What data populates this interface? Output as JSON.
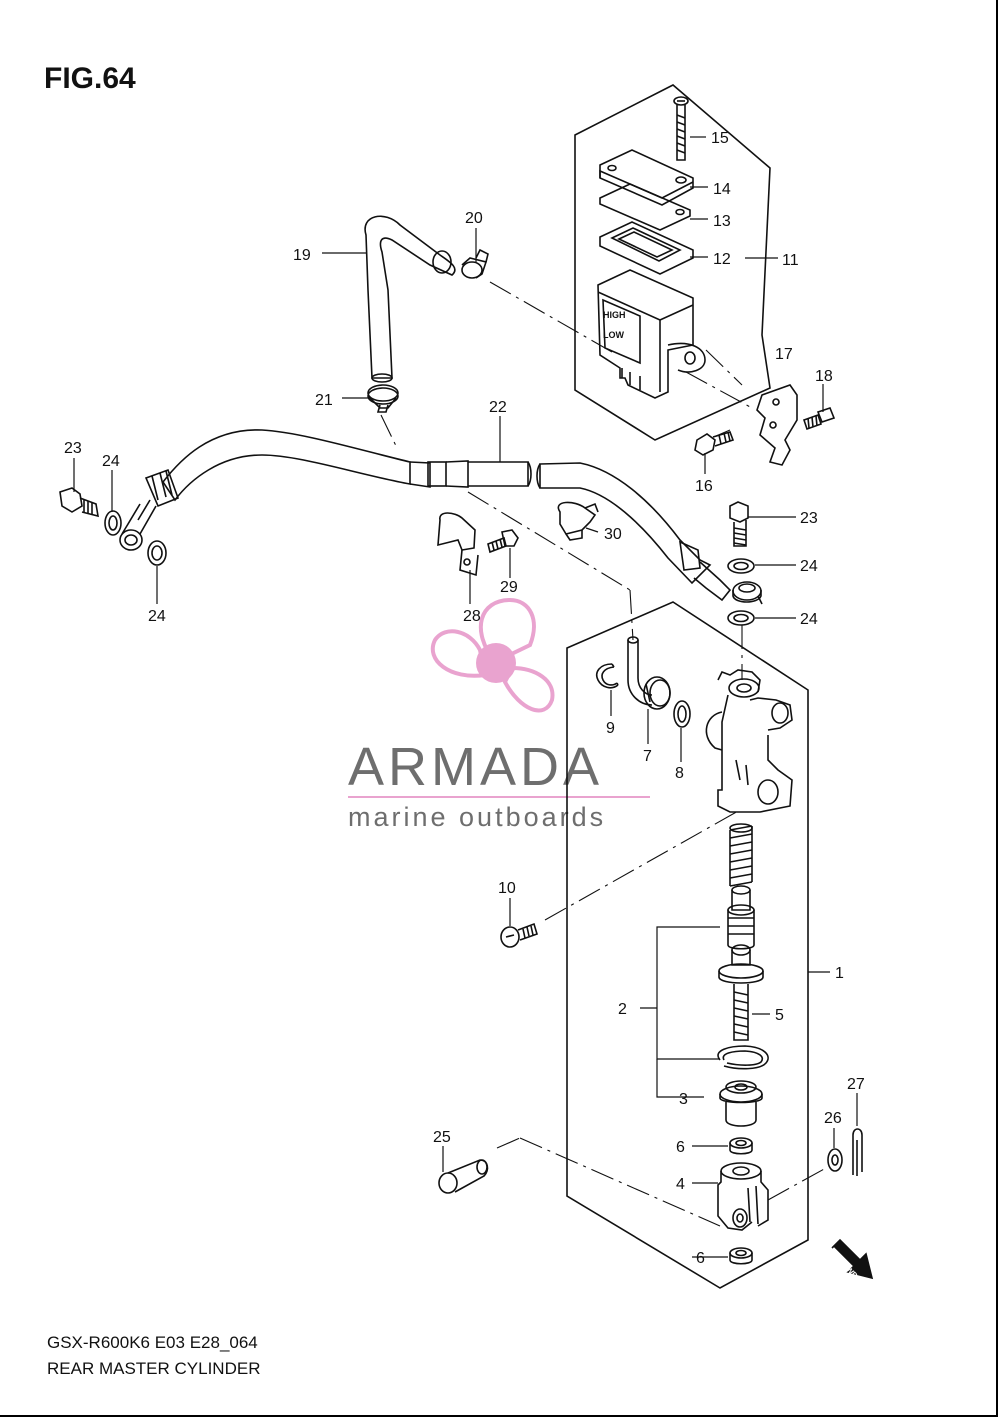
{
  "figure": {
    "title": "FIG.64",
    "footer_code": "GSX-R600K6 E03 E28_064",
    "footer_name": "REAR MASTER CYLINDER"
  },
  "watermark": {
    "brand": "ARMADA",
    "tagline": "marine outboards",
    "color_gray": "#6e6e6e",
    "color_pink": "#e9a3cf"
  },
  "reservoir_labels": {
    "high": "HIGH",
    "low": "LOW"
  },
  "fwd_label": "FWD",
  "callouts": {
    "c1": "1",
    "c2": "2",
    "c3": "3",
    "c4": "4",
    "c5": "5",
    "c6a": "6",
    "c6b": "6",
    "c7": "7",
    "c8": "8",
    "c9": "9",
    "c10": "10",
    "c11": "11",
    "c12": "12",
    "c13": "13",
    "c14": "14",
    "c15": "15",
    "c16": "16",
    "c17": "17",
    "c18": "18",
    "c19": "19",
    "c20": "20",
    "c21": "21",
    "c22": "22",
    "c23a": "23",
    "c23b": "23",
    "c24a": "24",
    "c24b": "24",
    "c24c": "24",
    "c24d": "24",
    "c25": "25",
    "c26": "26",
    "c27": "27",
    "c28": "28",
    "c29": "29",
    "c30": "30"
  }
}
